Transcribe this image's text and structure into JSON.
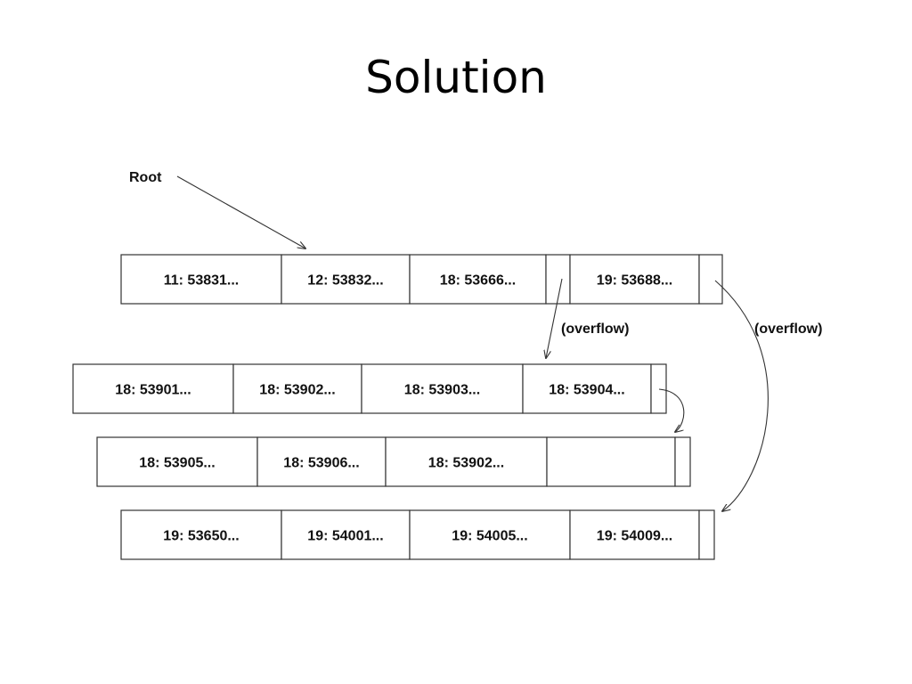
{
  "title": "Solution",
  "labels": {
    "root": "Root",
    "overflow_left": "(overflow)",
    "overflow_right": "(overflow)"
  },
  "blocks": [
    {
      "name": "root-block",
      "cells": [
        "11: 53831...",
        "12: 53832...",
        "18:  53666...",
        "",
        "19: 53688..."
      ]
    },
    {
      "name": "overflow-block-18a",
      "cells": [
        "18: 53901...",
        "18: 53902...",
        "18:  53903...",
        "18: 53904..."
      ]
    },
    {
      "name": "overflow-block-18b",
      "cells": [
        "18: 53905...",
        "18: 53906...",
        "18:  53902...",
        ""
      ]
    },
    {
      "name": "overflow-block-19",
      "cells": [
        "19: 53650...",
        "19: 54001...",
        "19:  54005...",
        "19: 54009..."
      ]
    }
  ]
}
